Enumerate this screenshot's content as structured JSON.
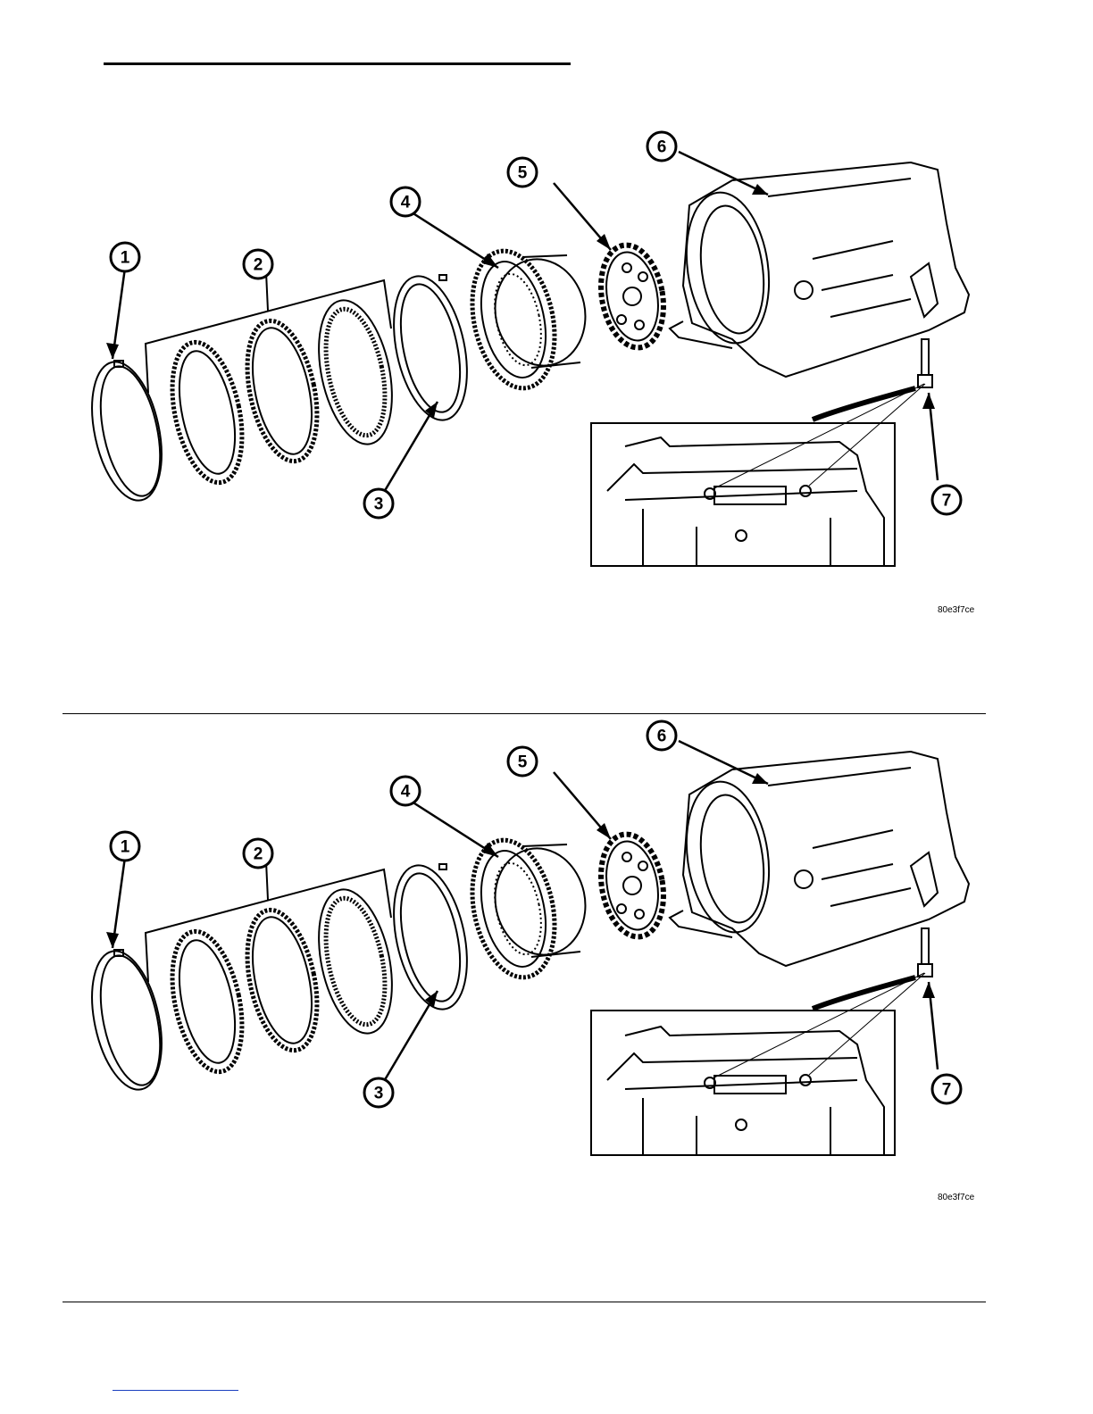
{
  "figures": [
    {
      "code": "80e3f7ce",
      "callouts": [
        "1",
        "2",
        "3",
        "4",
        "5",
        "6",
        "7"
      ]
    },
    {
      "code": "80e3f7ce",
      "callouts": [
        "1",
        "2",
        "3",
        "4",
        "5",
        "6",
        "7"
      ]
    }
  ],
  "colors": {
    "ink": "#000000",
    "paper": "#ffffff",
    "link_line": "#1a3fbf"
  }
}
